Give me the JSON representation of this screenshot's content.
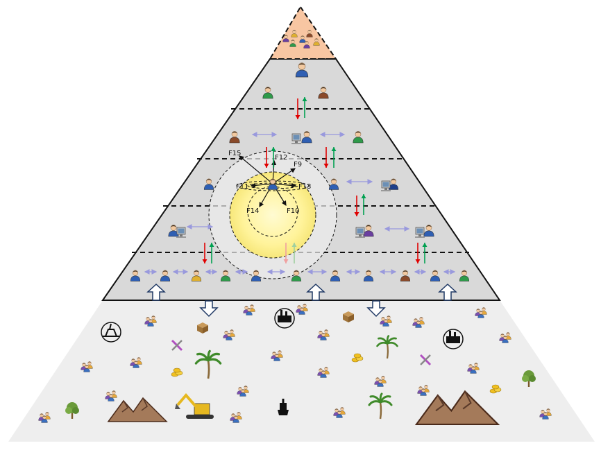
{
  "diagram": {
    "labels": {
      "f15": "F15",
      "f12": "F12",
      "f9": "F9",
      "f11": "F11",
      "f13": "F13",
      "f14": "F14",
      "f10": "F10"
    },
    "colors": {
      "apex": "#f8c6a2",
      "pyramid": "#d9d9d9",
      "ground": "#eeeeee",
      "arrow_up": "#00a050",
      "arrow_down": "#e00000",
      "lateral": "#9999dd",
      "focus": "#fff39a",
      "flow_arrow": "#1f3864"
    },
    "icons": {
      "people": "person-icon",
      "groups": "person-group-icon",
      "computer": "computer-workstation-icon",
      "palm": "palm-tree-icon",
      "tree": "tree-icon",
      "mountains": "mountains-icon",
      "excavator": "excavator-icon",
      "factory": "factory-icon",
      "ship": "ship-icon",
      "box": "box-icon",
      "tools": "tools-icon",
      "coins": "coins-icon"
    }
  }
}
